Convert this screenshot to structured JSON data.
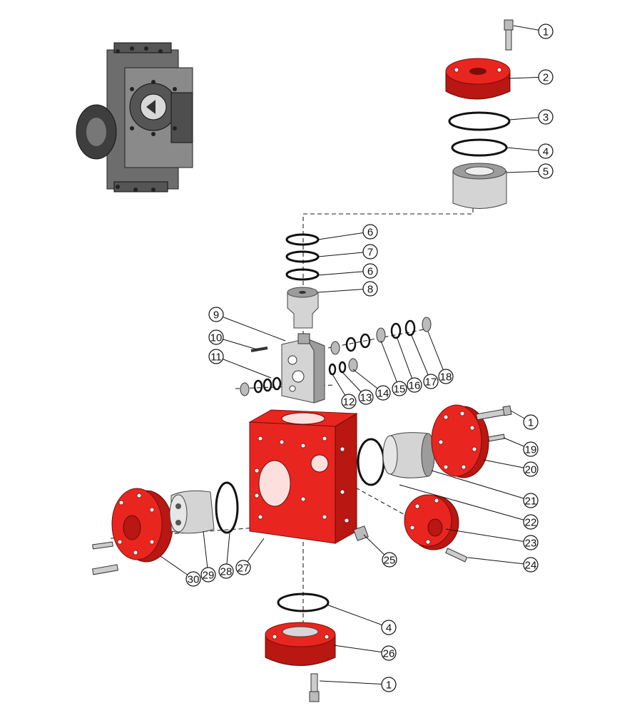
{
  "callouts": [
    {
      "num": "1"
    },
    {
      "num": "2"
    },
    {
      "num": "3"
    },
    {
      "num": "4"
    },
    {
      "num": "5"
    },
    {
      "num": "6"
    },
    {
      "num": "7"
    },
    {
      "num": "6"
    },
    {
      "num": "8"
    },
    {
      "num": "9"
    },
    {
      "num": "10"
    },
    {
      "num": "11"
    },
    {
      "num": "12"
    },
    {
      "num": "13"
    },
    {
      "num": "14"
    },
    {
      "num": "15"
    },
    {
      "num": "16"
    },
    {
      "num": "17"
    },
    {
      "num": "18"
    },
    {
      "num": "1"
    },
    {
      "num": "19"
    },
    {
      "num": "20"
    },
    {
      "num": "21"
    },
    {
      "num": "22"
    },
    {
      "num": "23"
    },
    {
      "num": "24"
    },
    {
      "num": "25"
    },
    {
      "num": "30"
    },
    {
      "num": "29"
    },
    {
      "num": "28"
    },
    {
      "num": "27"
    },
    {
      "num": "4"
    },
    {
      "num": "26"
    },
    {
      "num": "1"
    }
  ],
  "colors": {
    "part_red": "#e8261f",
    "part_grey": "#d4d4d4",
    "line": "#111111"
  }
}
